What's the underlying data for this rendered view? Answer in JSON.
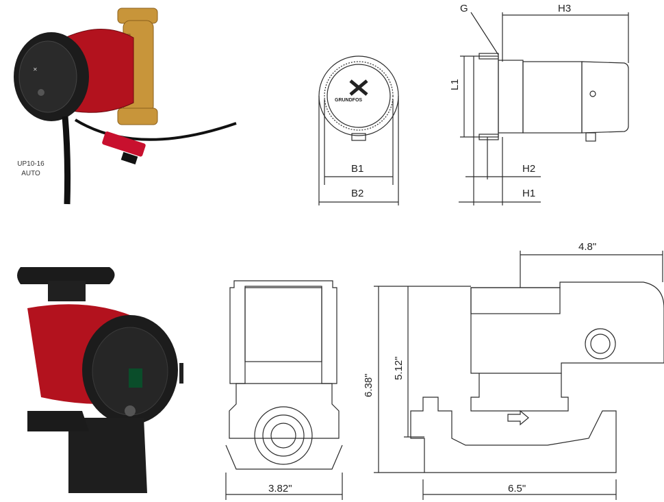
{
  "product_top": {
    "caption_line1": "UP10-16",
    "caption_line2": "AUTO",
    "logo_text": "GRUNDFOS"
  },
  "drawing_top": {
    "labels": {
      "g": "G",
      "h3": "H3",
      "l1": "L1",
      "b1": "B1",
      "b2": "B2",
      "h2": "H2",
      "h1": "H1"
    }
  },
  "drawing_bottom": {
    "dims": {
      "top_length": "4.8\"",
      "overall_height": "6.38\"",
      "inner_height": "5.12\"",
      "front_width": "3.82\"",
      "port_length": "6.5\""
    }
  },
  "colors": {
    "pump_red": "#b3121e",
    "brass": "#c8953a",
    "body_black": "#1c1c1c",
    "line": "#2a2a2a"
  }
}
